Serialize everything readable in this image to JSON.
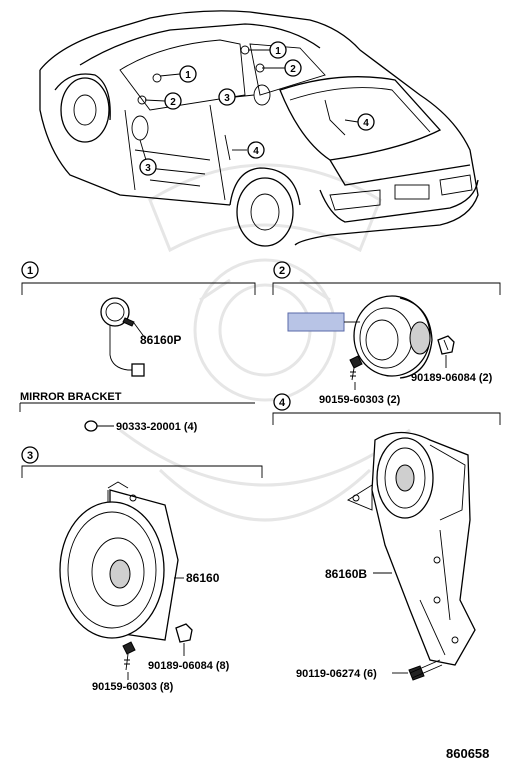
{
  "sections": [
    {
      "num": "1"
    },
    {
      "num": "2"
    },
    {
      "num": "3"
    },
    {
      "num": "4"
    }
  ],
  "callouts": [
    "1",
    "2",
    "1",
    "2",
    "3",
    "3",
    "4",
    "4"
  ],
  "parts": {
    "tweeter": "86160P",
    "mirror_bracket": "MIRROR BRACKET",
    "grommet": "90333-20001 (4)",
    "rear_speaker_clip": "90189-06084 (2)",
    "rear_speaker_screw": "90159-60303 (2)",
    "door_speaker": "86160",
    "door_speaker_clip": "90189-06084 (8)",
    "door_speaker_screw": "90159-60303 (8)",
    "rear_speaker_assy": "86160B",
    "rear_assy_bolt": "90119-06274 (6)"
  },
  "diagram_id": "860658",
  "colors": {
    "line": "#000000",
    "highlight": "#b8c4e6",
    "watermark": "#e6e6e6"
  }
}
